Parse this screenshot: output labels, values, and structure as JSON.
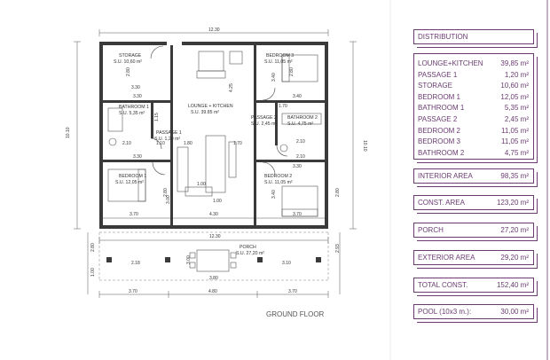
{
  "rooms": {
    "storage": {
      "name": "STORAGE",
      "area": "S.U. 10,60 m²"
    },
    "lounge": {
      "name": "LOUNGE + KITCHEN",
      "area": "S.U. 39.85 m²"
    },
    "bedroom3": {
      "name": "BEDROOM 3",
      "area": "S.U. 11,05 m²"
    },
    "bathroom1": {
      "name": "BATHROOM 1",
      "area": "S.U. 5,35 m²"
    },
    "passage1": {
      "name": "PASSAGE 1",
      "area": "S.U. 1,20 m²"
    },
    "passage2": {
      "name": "PASSAGE 2",
      "area": "S.U. 2,45 m²"
    },
    "bathroom2": {
      "name": "BATHROOM 2",
      "area": "S.U. 4,75 m²"
    },
    "bedroom1": {
      "name": "BEDROOM 1",
      "area": "S.U. 12,05 m²"
    },
    "bedroom2": {
      "name": "BEDROOM 2",
      "area": "S.U. 11,05 m²"
    },
    "porch": {
      "name": "PORCH",
      "area": "S.U. 27,20 m²"
    }
  },
  "dimensions": {
    "top_total": "12.30",
    "left_total": "10.10",
    "right_total": "10.10",
    "mid_total": "12.30",
    "storage_w": "3.30",
    "storage_h": "2.80",
    "lounge_h": "4.25",
    "bed3_h": "2.80",
    "bed3_w": "3.40",
    "bath1_w": "1.15",
    "d_330_b": "3.30",
    "d_340_a": "3.40",
    "d_170_a": "1.70",
    "d_110": "1.10",
    "d_180": "1.80",
    "d_170_b": "1.70",
    "d_210_a": "2.10",
    "d_210_b": "2.10",
    "d_210_c": "2.10",
    "d_330_c": "3.30",
    "d_330_d": "3.30",
    "d_340_b": "3.40",
    "d_370_a": "3.70",
    "d_430": "4.30",
    "d_370_b": "3.70",
    "d_100_a": "1.00",
    "d_100_b": "1.00",
    "d_300": "3.00",
    "d_280_a": "2.80",
    "d_280_b": "2.80",
    "d_280_c": "2.80",
    "porch_left": "2.18",
    "porch_mid": "3.80",
    "porch_right": "3.10",
    "porch_h": "3.00",
    "porch_side": "1.00",
    "bottom_a": "3.70",
    "bottom_b": "4.80",
    "bottom_c": "3.70",
    "right_side": "2.93"
  },
  "plan_title": "GROUND FLOOR",
  "distribution": {
    "title": "DISTRIBUTION",
    "rows": [
      {
        "label": "LOUNGE+KITCHEN",
        "value": "39,85 m²"
      },
      {
        "label": "PASSAGE 1",
        "value": "1,20 m²"
      },
      {
        "label": "STORAGE",
        "value": "10,60 m²"
      },
      {
        "label": "BEDROOM 1",
        "value": "12,05 m²"
      },
      {
        "label": "BATHROOM 1",
        "value": "5,35 m²"
      },
      {
        "label": "PASSAGE 2",
        "value": "2,45 m²"
      },
      {
        "label": "BEDROOM 2",
        "value": "11,05 m²"
      },
      {
        "label": "BEDROOM 3",
        "value": "11,05 m²"
      },
      {
        "label": "BATHROOM 2",
        "value": "4,75 m²"
      }
    ]
  },
  "totals": [
    {
      "label": "INTERIOR AREA",
      "value": "98,35 m²"
    },
    {
      "label": "CONST. AREA",
      "value": "123,20 m²"
    },
    {
      "label": "PORCH",
      "value": "27,20 m²"
    },
    {
      "label": "EXTERIOR AREA",
      "value": "29,20 m²"
    },
    {
      "label": "TOTAL CONST.",
      "value": "152,40 m²"
    },
    {
      "label": "POOL (10x3 m.):",
      "value": "30,00 m²"
    }
  ],
  "colors": {
    "accent": "#6b3b72",
    "wall": "#3a3a3a"
  }
}
